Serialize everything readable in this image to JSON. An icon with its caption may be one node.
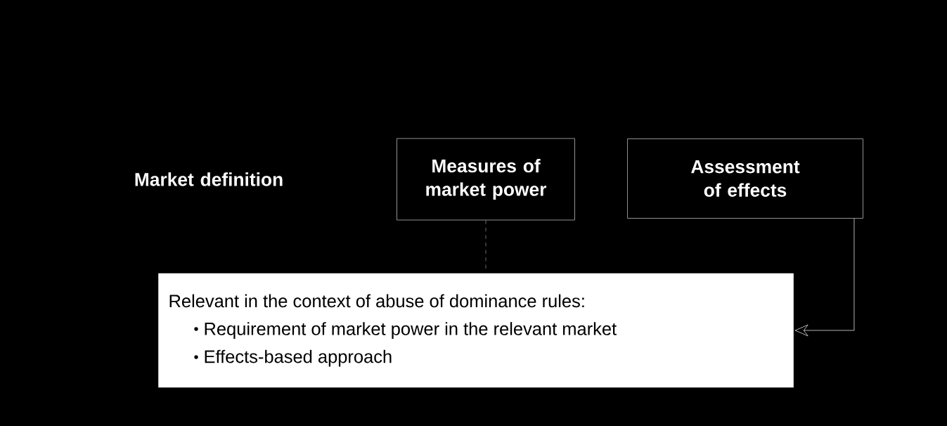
{
  "diagram": {
    "nodes": [
      {
        "text": [
          "Market definition"
        ]
      },
      {
        "text": [
          "Measures of market power"
        ]
      },
      {
        "text": [
          "Assessment of effects"
        ]
      },
      {
        "text": [
          "Relevant in the context of abuse of dominance rules:",
          "Requirement of market power in the relevant market",
          "Effects-based approach"
        ]
      }
    ],
    "edges": [
      {
        "from": 1,
        "to": 3,
        "arrow": "none",
        "style": "dashed",
        "color": "#9a9a9a"
      },
      {
        "from": 2,
        "to": 3,
        "arrow": "to",
        "color": "#ffffff"
      }
    ]
  }
}
